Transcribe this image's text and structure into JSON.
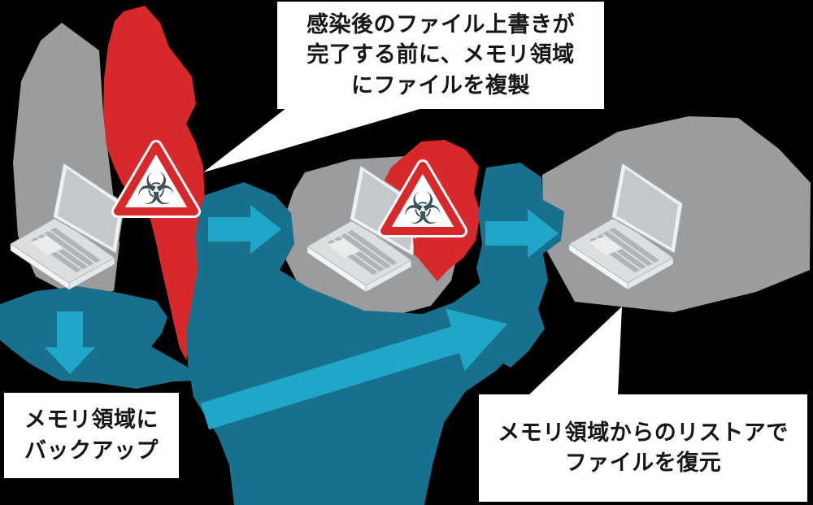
{
  "colors": {
    "background": "#000000",
    "red": "#D7282B",
    "teal_dark": "#19708C",
    "cyan": "#20A6C9",
    "gray_shadow": "#9A9C9E",
    "bubble_bg": "#FFFFFF",
    "text": "#161616",
    "biohazard": "#3D5156",
    "sign_rim": "#FFFFFF"
  },
  "icons": {
    "biohazard_symbol": "☣"
  },
  "callouts": {
    "top": {
      "lines": [
        "感染後のファイル上書きが",
        "完了する前に、メモリ領域",
        "にファイルを複製"
      ]
    },
    "backup": {
      "lines": [
        "メモリ領域に",
        "バックアップ"
      ]
    },
    "restore": {
      "lines": [
        "メモリ領域からのリストアで",
        "ファイルを復元"
      ]
    }
  }
}
